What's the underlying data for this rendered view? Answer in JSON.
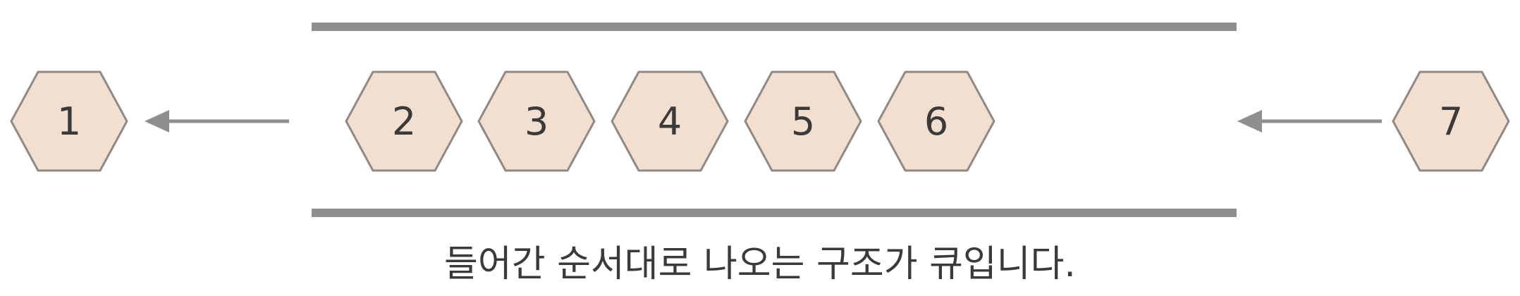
{
  "diagram": {
    "dequeued": [
      {
        "label": "1"
      }
    ],
    "in_queue": [
      {
        "label": "2"
      },
      {
        "label": "3"
      },
      {
        "label": "4"
      },
      {
        "label": "5"
      },
      {
        "label": "6"
      }
    ],
    "enqueuing": [
      {
        "label": "7"
      }
    ],
    "colors": {
      "hex_fill": "#f3dfcf",
      "hex_stroke": "#8f8a86",
      "rail": "#8f8f8f",
      "arrow": "#8f8f8f",
      "text": "#3a3a3a"
    }
  },
  "caption": "들어간 순서대로 나오는 구조가 큐입니다."
}
